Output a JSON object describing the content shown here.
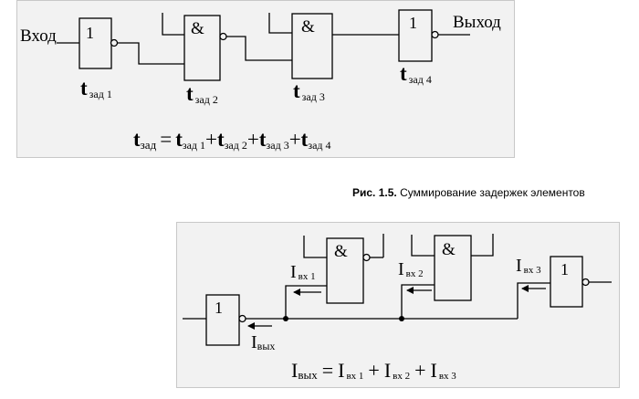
{
  "figure1": {
    "input_label": "Вход",
    "output_label": "Выход",
    "gates": [
      {
        "symbol": "1"
      },
      {
        "symbol": "&"
      },
      {
        "symbol": "&"
      },
      {
        "symbol": "1"
      }
    ],
    "delays": [
      {
        "main": "t",
        "sub": "зад 1"
      },
      {
        "main": "t",
        "sub": "зад 2"
      },
      {
        "main": "t",
        "sub": "зад 3"
      },
      {
        "main": "t",
        "sub": "зад 4"
      }
    ],
    "formula": {
      "lhs_main": "t",
      "lhs_sub": "зад",
      "eq": "=",
      "terms": [
        {
          "main": "t",
          "sub": "зад 1"
        },
        {
          "main": "t",
          "sub": "зад 2"
        },
        {
          "main": "t",
          "sub": "зад 3"
        },
        {
          "main": "t",
          "sub": "зад 4"
        }
      ],
      "plus": "+"
    }
  },
  "caption": {
    "number": "Рис. 1.5.",
    "text": "Суммирование задержек элементов"
  },
  "figure2": {
    "gates": [
      {
        "symbol": "1"
      },
      {
        "symbol": "&"
      },
      {
        "symbol": "&"
      },
      {
        "symbol": "1"
      }
    ],
    "currents": {
      "out": {
        "main": "I",
        "sub": "вых"
      },
      "in1": {
        "main": "I",
        "sub": "вх 1"
      },
      "in2": {
        "main": "I",
        "sub": "вх 2"
      },
      "in3": {
        "main": "I",
        "sub": "вх 3"
      }
    },
    "formula": {
      "lhs_main": "I",
      "lhs_sub": "вых",
      "eq": "=",
      "terms": [
        {
          "main": "I",
          "sub": "вх 1"
        },
        {
          "main": "I",
          "sub": "вх 2"
        },
        {
          "main": "I",
          "sub": "вх 3"
        }
      ],
      "plus": "+"
    }
  }
}
